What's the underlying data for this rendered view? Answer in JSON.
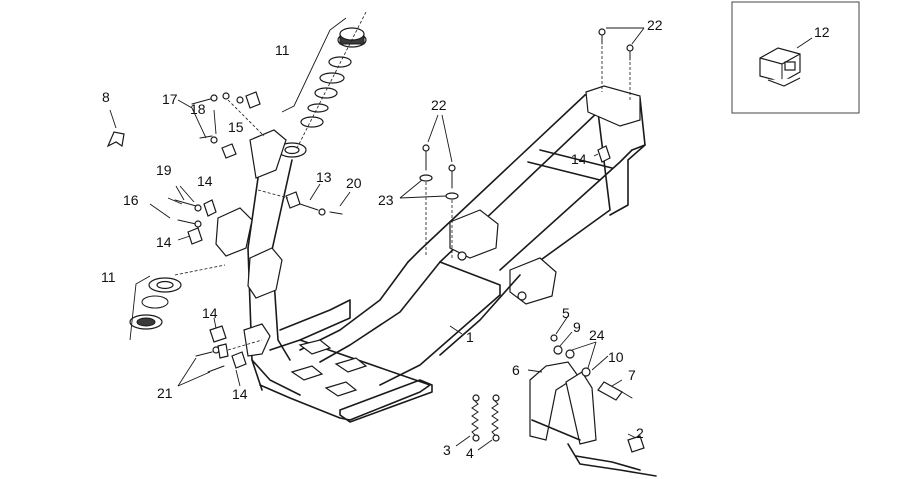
{
  "diagram": {
    "callouts": [
      {
        "id": "c-1",
        "text": "1"
      },
      {
        "id": "c-2",
        "text": "2"
      },
      {
        "id": "c-3",
        "text": "3"
      },
      {
        "id": "c-4",
        "text": "4"
      },
      {
        "id": "c-5",
        "text": "5"
      },
      {
        "id": "c-6",
        "text": "6"
      },
      {
        "id": "c-7",
        "text": "7"
      },
      {
        "id": "c-8",
        "text": "8"
      },
      {
        "id": "c-9",
        "text": "9"
      },
      {
        "id": "c-10",
        "text": "10"
      },
      {
        "id": "c-11a",
        "text": "11"
      },
      {
        "id": "c-11b",
        "text": "11"
      },
      {
        "id": "c-12",
        "text": "12"
      },
      {
        "id": "c-13",
        "text": "13"
      },
      {
        "id": "c-14a",
        "text": "14"
      },
      {
        "id": "c-14b",
        "text": "14"
      },
      {
        "id": "c-14c",
        "text": "14"
      },
      {
        "id": "c-14d",
        "text": "14"
      },
      {
        "id": "c-14e",
        "text": "14"
      },
      {
        "id": "c-15",
        "text": "15"
      },
      {
        "id": "c-16",
        "text": "16"
      },
      {
        "id": "c-17",
        "text": "17"
      },
      {
        "id": "c-18",
        "text": "18"
      },
      {
        "id": "c-19",
        "text": "19"
      },
      {
        "id": "c-20",
        "text": "20"
      },
      {
        "id": "c-21",
        "text": "21"
      },
      {
        "id": "c-22a",
        "text": "22"
      },
      {
        "id": "c-22b",
        "text": "22"
      },
      {
        "id": "c-23",
        "text": "23"
      },
      {
        "id": "c-24",
        "text": "24"
      }
    ]
  }
}
